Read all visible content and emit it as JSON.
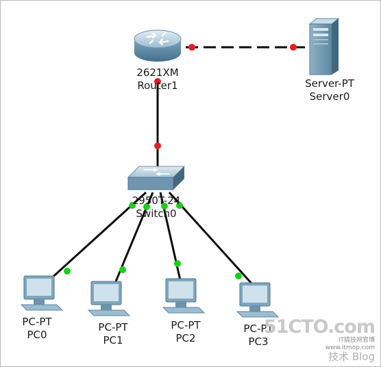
{
  "devices": {
    "router": {
      "model": "2621XM",
      "name": "Router1"
    },
    "server": {
      "model": "Server-PT",
      "name": "Server0"
    },
    "switch": {
      "model": "2950T-24",
      "name": "Switch0"
    },
    "pcs": [
      {
        "model": "PC-PT",
        "name": "PC0"
      },
      {
        "model": "PC-PT",
        "name": "PC1"
      },
      {
        "model": "PC-PT",
        "name": "PC2"
      },
      {
        "model": "PC-PT",
        "name": "PC3"
      }
    ]
  },
  "links": [
    {
      "from": "Router1",
      "to": "Server0",
      "style": "dashed",
      "status": "down"
    },
    {
      "from": "Router1",
      "to": "Switch0",
      "style": "solid",
      "status": "down"
    },
    {
      "from": "Switch0",
      "to": "PC0",
      "style": "solid",
      "status": "up"
    },
    {
      "from": "Switch0",
      "to": "PC1",
      "style": "solid",
      "status": "up"
    },
    {
      "from": "Switch0",
      "to": "PC2",
      "style": "solid",
      "status": "up"
    },
    {
      "from": "Switch0",
      "to": "PC3",
      "style": "solid",
      "status": "up"
    }
  ],
  "watermark": {
    "brand": "51CTO.com",
    "subtitle": "IT搞技网官博",
    "url": "www.itmop.com",
    "tail": "技术 Blog"
  },
  "colors": {
    "link_up": "#18d018",
    "link_down": "#ea1c24",
    "cable": "#0b0b0b"
  }
}
